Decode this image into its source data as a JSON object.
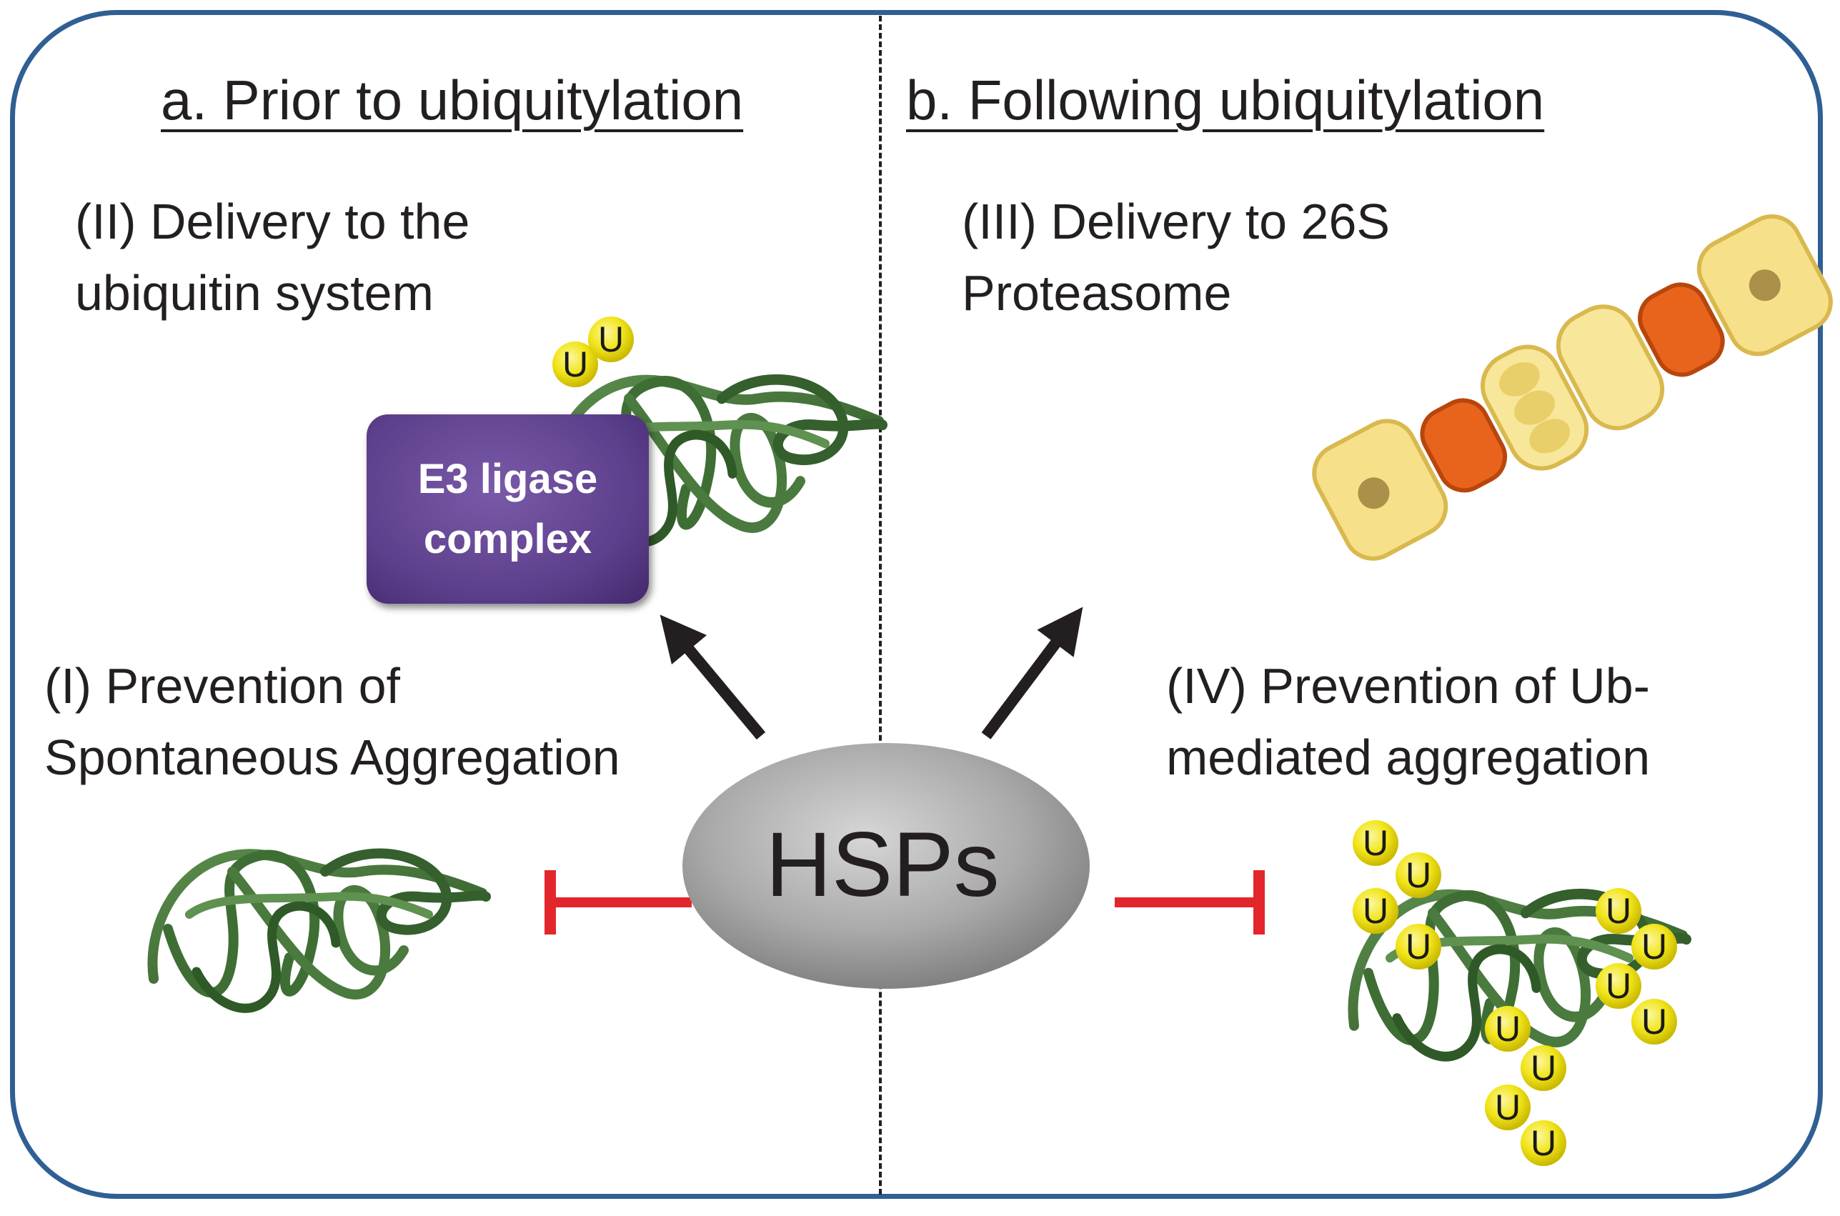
{
  "headings": {
    "left": "a. Prior to ubiquitylation",
    "right": "b. Following ubiquitylation"
  },
  "labels": {
    "delivery_ubiquitin": "(II) Delivery to  the\nubiquitin system",
    "delivery_proteasome": "(III) Delivery to 26S\nProteasome",
    "prevention_spontaneous": "(I) Prevention of\nSpontaneous Aggregation",
    "prevention_ub": "(IV) Prevention of Ub-\nmediated aggregation"
  },
  "e3_box": "E3 ligase\ncomplex",
  "center": "HSPs",
  "ub_letter": "U",
  "colors": {
    "frame": "#2f5f93",
    "protein": "#3f6e35",
    "ubiquitin": "#f2e51a",
    "e3": "#5c3f8c",
    "inhibit": "#e3262b",
    "arrow": "#231f20",
    "hsp": "#a7a7a7",
    "proteasome_outer": "#f6e08a",
    "proteasome_inner": "#e8641c"
  }
}
